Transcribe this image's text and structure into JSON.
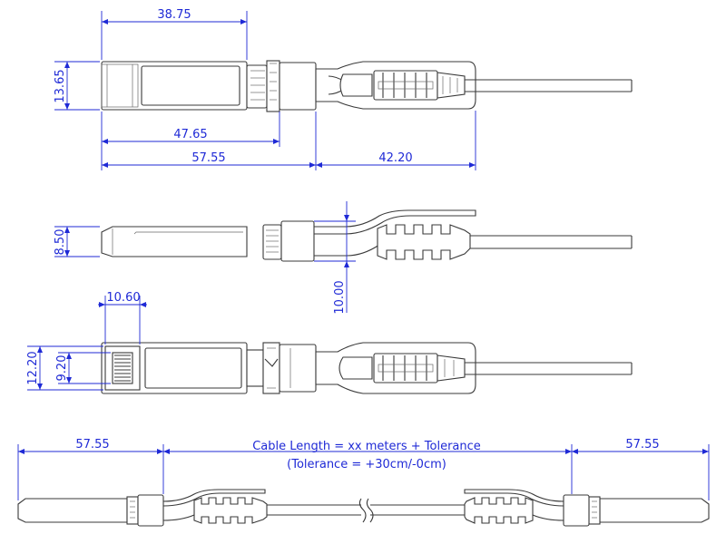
{
  "top_view": {
    "dim_module_body": "38.75",
    "dim_module_height": "13.65",
    "dim_to_latch": "47.65",
    "dim_module_length": "57.55",
    "dim_pull_tab": "42.20"
  },
  "side_view": {
    "dim_thickness": "8.50",
    "dim_tab_height": "10.00"
  },
  "bottom_view": {
    "dim_connector_depth": "10.60",
    "dim_outer_height": "12.20",
    "dim_inner_height": "9.20"
  },
  "assembly_view": {
    "dim_left_module": "57.55",
    "dim_right_module": "57.55",
    "cable_length_label": "Cable Length = xx meters + Tolerance",
    "tolerance_label": "(Tolerance = +30cm/-0cm)"
  },
  "colors": {
    "dimension": "#1f2ad6",
    "outline": "#3a3a3a"
  }
}
